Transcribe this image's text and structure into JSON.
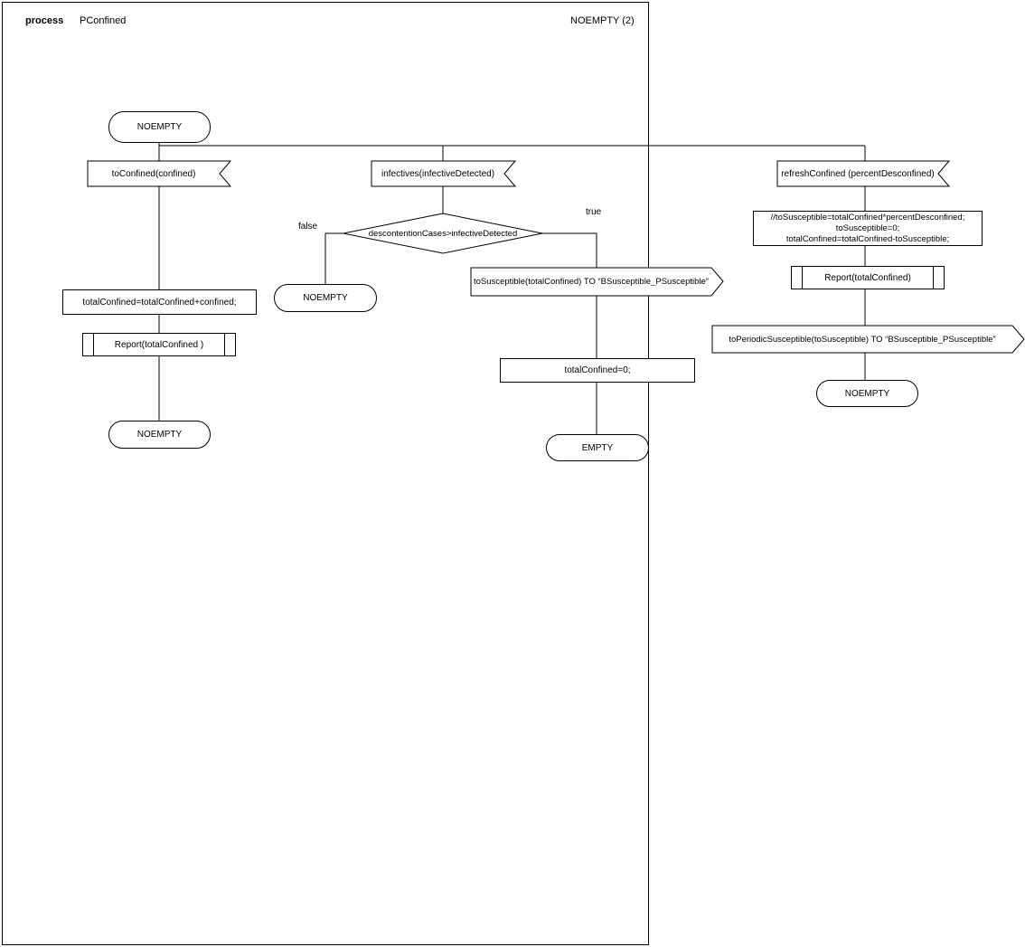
{
  "colors": {
    "line": "#000000",
    "background": "#ffffff",
    "text": "#000000"
  },
  "header": {
    "kind": "process",
    "name": "PConfined",
    "state_label": "NOEMPTY (2)"
  },
  "diagram": {
    "start_state": "NOEMPTY",
    "branch_confined": {
      "input": "toConfined(confined)",
      "task": "totalConfined=totalConfined+confined;",
      "procedure": "Report(totalConfined )",
      "end_state": "NOEMPTY"
    },
    "branch_infectives": {
      "input": "infectives(infectiveDetected)",
      "decision": "descontentionCases>infectiveDetected",
      "branch_false_label": "false",
      "branch_true_label": "true",
      "false_state": "NOEMPTY",
      "output": "toSusceptible(totalConfined) TO “BSusceptible_PSusceptible”",
      "task": "totalConfined=0;",
      "end_state": "EMPTY"
    },
    "branch_refresh": {
      "input": "refreshConfined (percentDesconfined)",
      "task_lines": [
        "//toSusceptible=totalConfined*percentDesconfined;",
        "toSusceptible=0;",
        "totalConfined=totalConfined-toSusceptible;"
      ],
      "procedure": "Report(totalConfined)",
      "output": "toPeriodicSusceptible(toSusceptible) TO “BSusceptible_PSusceptible”",
      "end_state": "NOEMPTY"
    }
  }
}
